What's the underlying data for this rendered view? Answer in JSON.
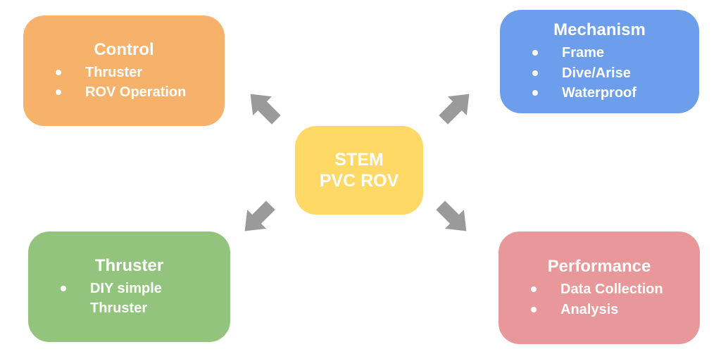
{
  "colors": {
    "control": "#F6B26B",
    "mechanism": "#6D9EEB",
    "thruster": "#93C47D",
    "performance": "#E9989A",
    "center": "#FFD966",
    "arrow": "#9A9A9A",
    "text": "#FFFFFF"
  },
  "center": {
    "lines": [
      "STEM",
      "PVC ROV"
    ]
  },
  "boxes": {
    "control": {
      "title": "Control",
      "items": [
        "Thruster",
        "ROV Operation"
      ]
    },
    "mechanism": {
      "title": "Mechanism",
      "items": [
        "Frame",
        "Dive/Arise",
        "Waterproof"
      ]
    },
    "thruster": {
      "title": "Thruster",
      "items": [
        "DIY simple Thruster"
      ]
    },
    "performance": {
      "title": "Performance",
      "items": [
        "Data Collection",
        "Analysis"
      ]
    }
  }
}
